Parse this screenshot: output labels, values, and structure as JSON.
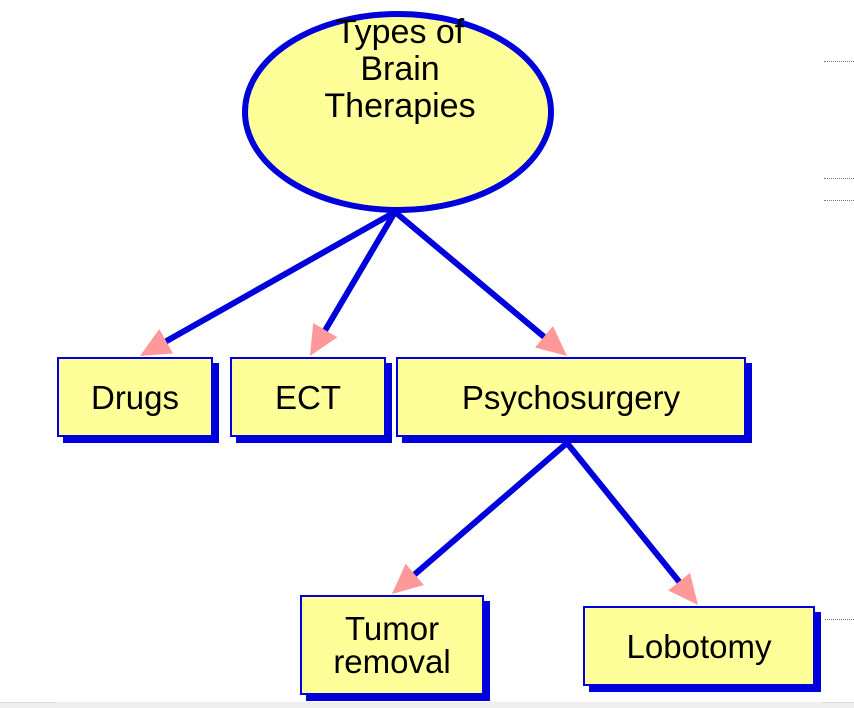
{
  "diagram": {
    "title": "Types of Brain Therapies",
    "root": {
      "id": "root",
      "label_lines": [
        "Types of",
        "Brain",
        "Therapies"
      ]
    },
    "nodes": [
      {
        "id": "drugs",
        "label": "Drugs",
        "parent": "root"
      },
      {
        "id": "ect",
        "label": "ECT",
        "parent": "root"
      },
      {
        "id": "psychosurgery",
        "label": "Psychosurgery",
        "parent": "root"
      },
      {
        "id": "tumor-removal",
        "label_lines": [
          "Tumor",
          "removal"
        ],
        "parent": "psychosurgery"
      },
      {
        "id": "lobotomy",
        "label": "Lobotomy",
        "parent": "psychosurgery"
      }
    ],
    "edges": [
      {
        "from": "root",
        "to": "drugs"
      },
      {
        "from": "root",
        "to": "ect"
      },
      {
        "from": "root",
        "to": "psychosurgery"
      },
      {
        "from": "psychosurgery",
        "to": "tumor-removal"
      },
      {
        "from": "psychosurgery",
        "to": "lobotomy"
      }
    ],
    "colors": {
      "node_fill": "#ffff99",
      "node_border": "#0000dd",
      "edge_line": "#0000dd",
      "arrow_head": "#ff9999",
      "text": "#000000"
    }
  }
}
